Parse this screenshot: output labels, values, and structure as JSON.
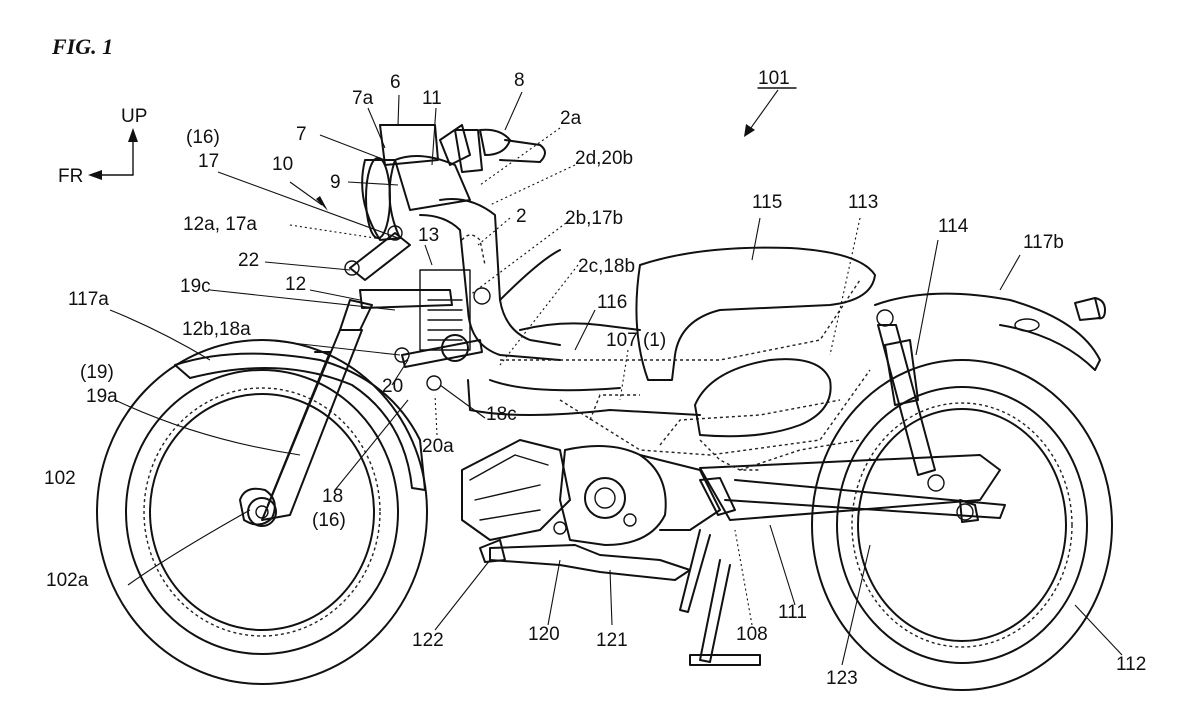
{
  "figure_title": "FIG. 1",
  "orientation": {
    "up_label": "UP",
    "front_label": "FR"
  },
  "reference_numerals": [
    "101",
    "6",
    "7a",
    "11",
    "8",
    "2a",
    "(16)",
    "17",
    "7",
    "10",
    "9",
    "2d,20b",
    "12a, 17a",
    "13",
    "2",
    "2b,17b",
    "115",
    "113",
    "114",
    "117b",
    "22",
    "2c,18b",
    "12",
    "19c",
    "116",
    "117a",
    "12b,18a",
    "107 (1)",
    "(19)",
    "19a",
    "20",
    "18c",
    "20a",
    "102",
    "18",
    "(16)",
    "102a",
    "122",
    "120",
    "121",
    "108",
    "111",
    "123",
    "112"
  ]
}
